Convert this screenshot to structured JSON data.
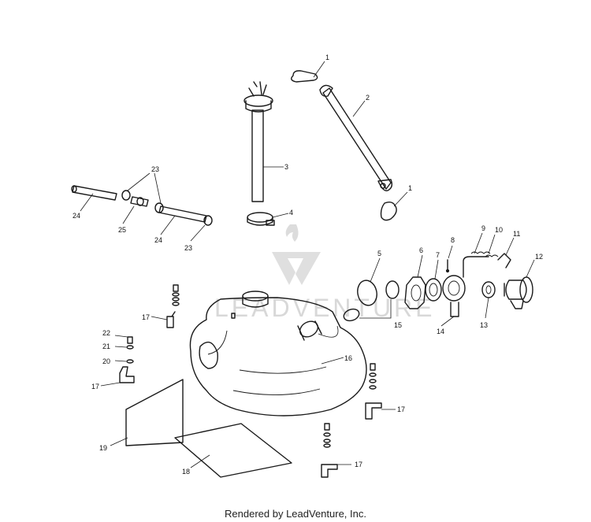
{
  "watermark": {
    "brand": "LEADVENTURE"
  },
  "footer": {
    "text": "Rendered by LeadVenture, Inc."
  },
  "callouts": {
    "c1a": "1",
    "c1b": "1",
    "c2": "2",
    "c3": "3",
    "c4": "4",
    "c5": "5",
    "c6": "6",
    "c7": "7",
    "c8": "8",
    "c9": "9",
    "c10": "10",
    "c11": "11",
    "c12": "12",
    "c13": "13",
    "c14": "14",
    "c15": "15",
    "c16": "16",
    "c17a": "17",
    "c17b": "17",
    "c17c": "17",
    "c17d": "17",
    "c18": "18",
    "c19": "19",
    "c20": "20",
    "c21": "21",
    "c22": "22",
    "c23a": "23",
    "c23b": "23",
    "c24a": "24",
    "c24b": "24",
    "c25": "25"
  }
}
